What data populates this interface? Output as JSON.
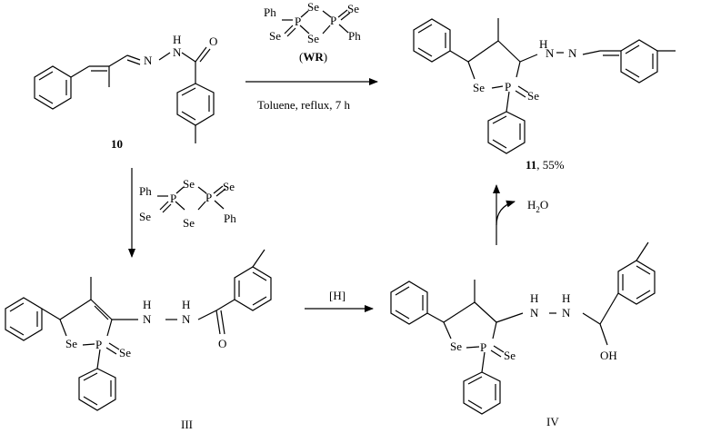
{
  "atoms": {
    "ph": "Ph",
    "se": "Se",
    "p": "P",
    "h": "H",
    "n": "N",
    "o": "O",
    "oh": "OH"
  },
  "reagent": {
    "label_open": "(",
    "label_bold": "WR",
    "label_close": ")"
  },
  "top_arrow": {
    "conditions": "Toluene, reflux, 7 h"
  },
  "compounds": {
    "start": {
      "number": "10"
    },
    "product": {
      "number": "11",
      "yield_text": ", 55%"
    },
    "intermediate_iii": {
      "label": "III"
    },
    "intermediate_iv": {
      "label": "IV"
    }
  },
  "middle_arrow": {
    "label": "[H]"
  },
  "up_arrow": {
    "byproduct_h": "H",
    "byproduct_sub": "2",
    "byproduct_o": "O"
  }
}
